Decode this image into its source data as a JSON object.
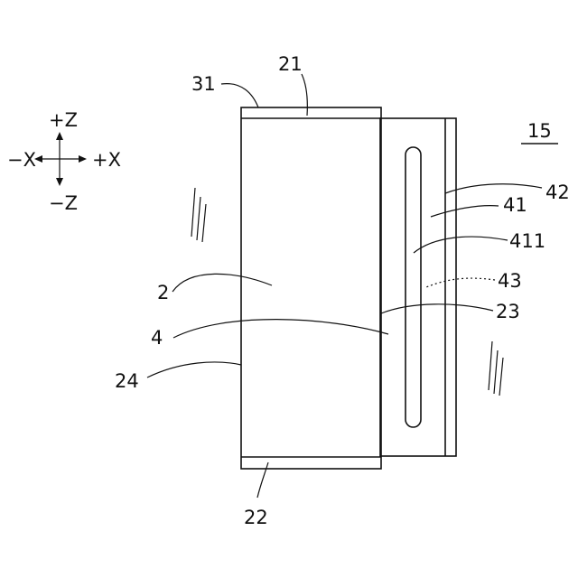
{
  "figure": {
    "ref": "15",
    "axes": {
      "plus_z": "+Z",
      "minus_z": "−Z",
      "minus_x": "−X",
      "plus_x": "+X"
    },
    "labels": [
      "31",
      "21",
      "42",
      "41",
      "411",
      "2",
      "43",
      "23",
      "4",
      "24",
      "22"
    ]
  },
  "colors": {
    "ink": "#111111",
    "background": "#ffffff"
  }
}
